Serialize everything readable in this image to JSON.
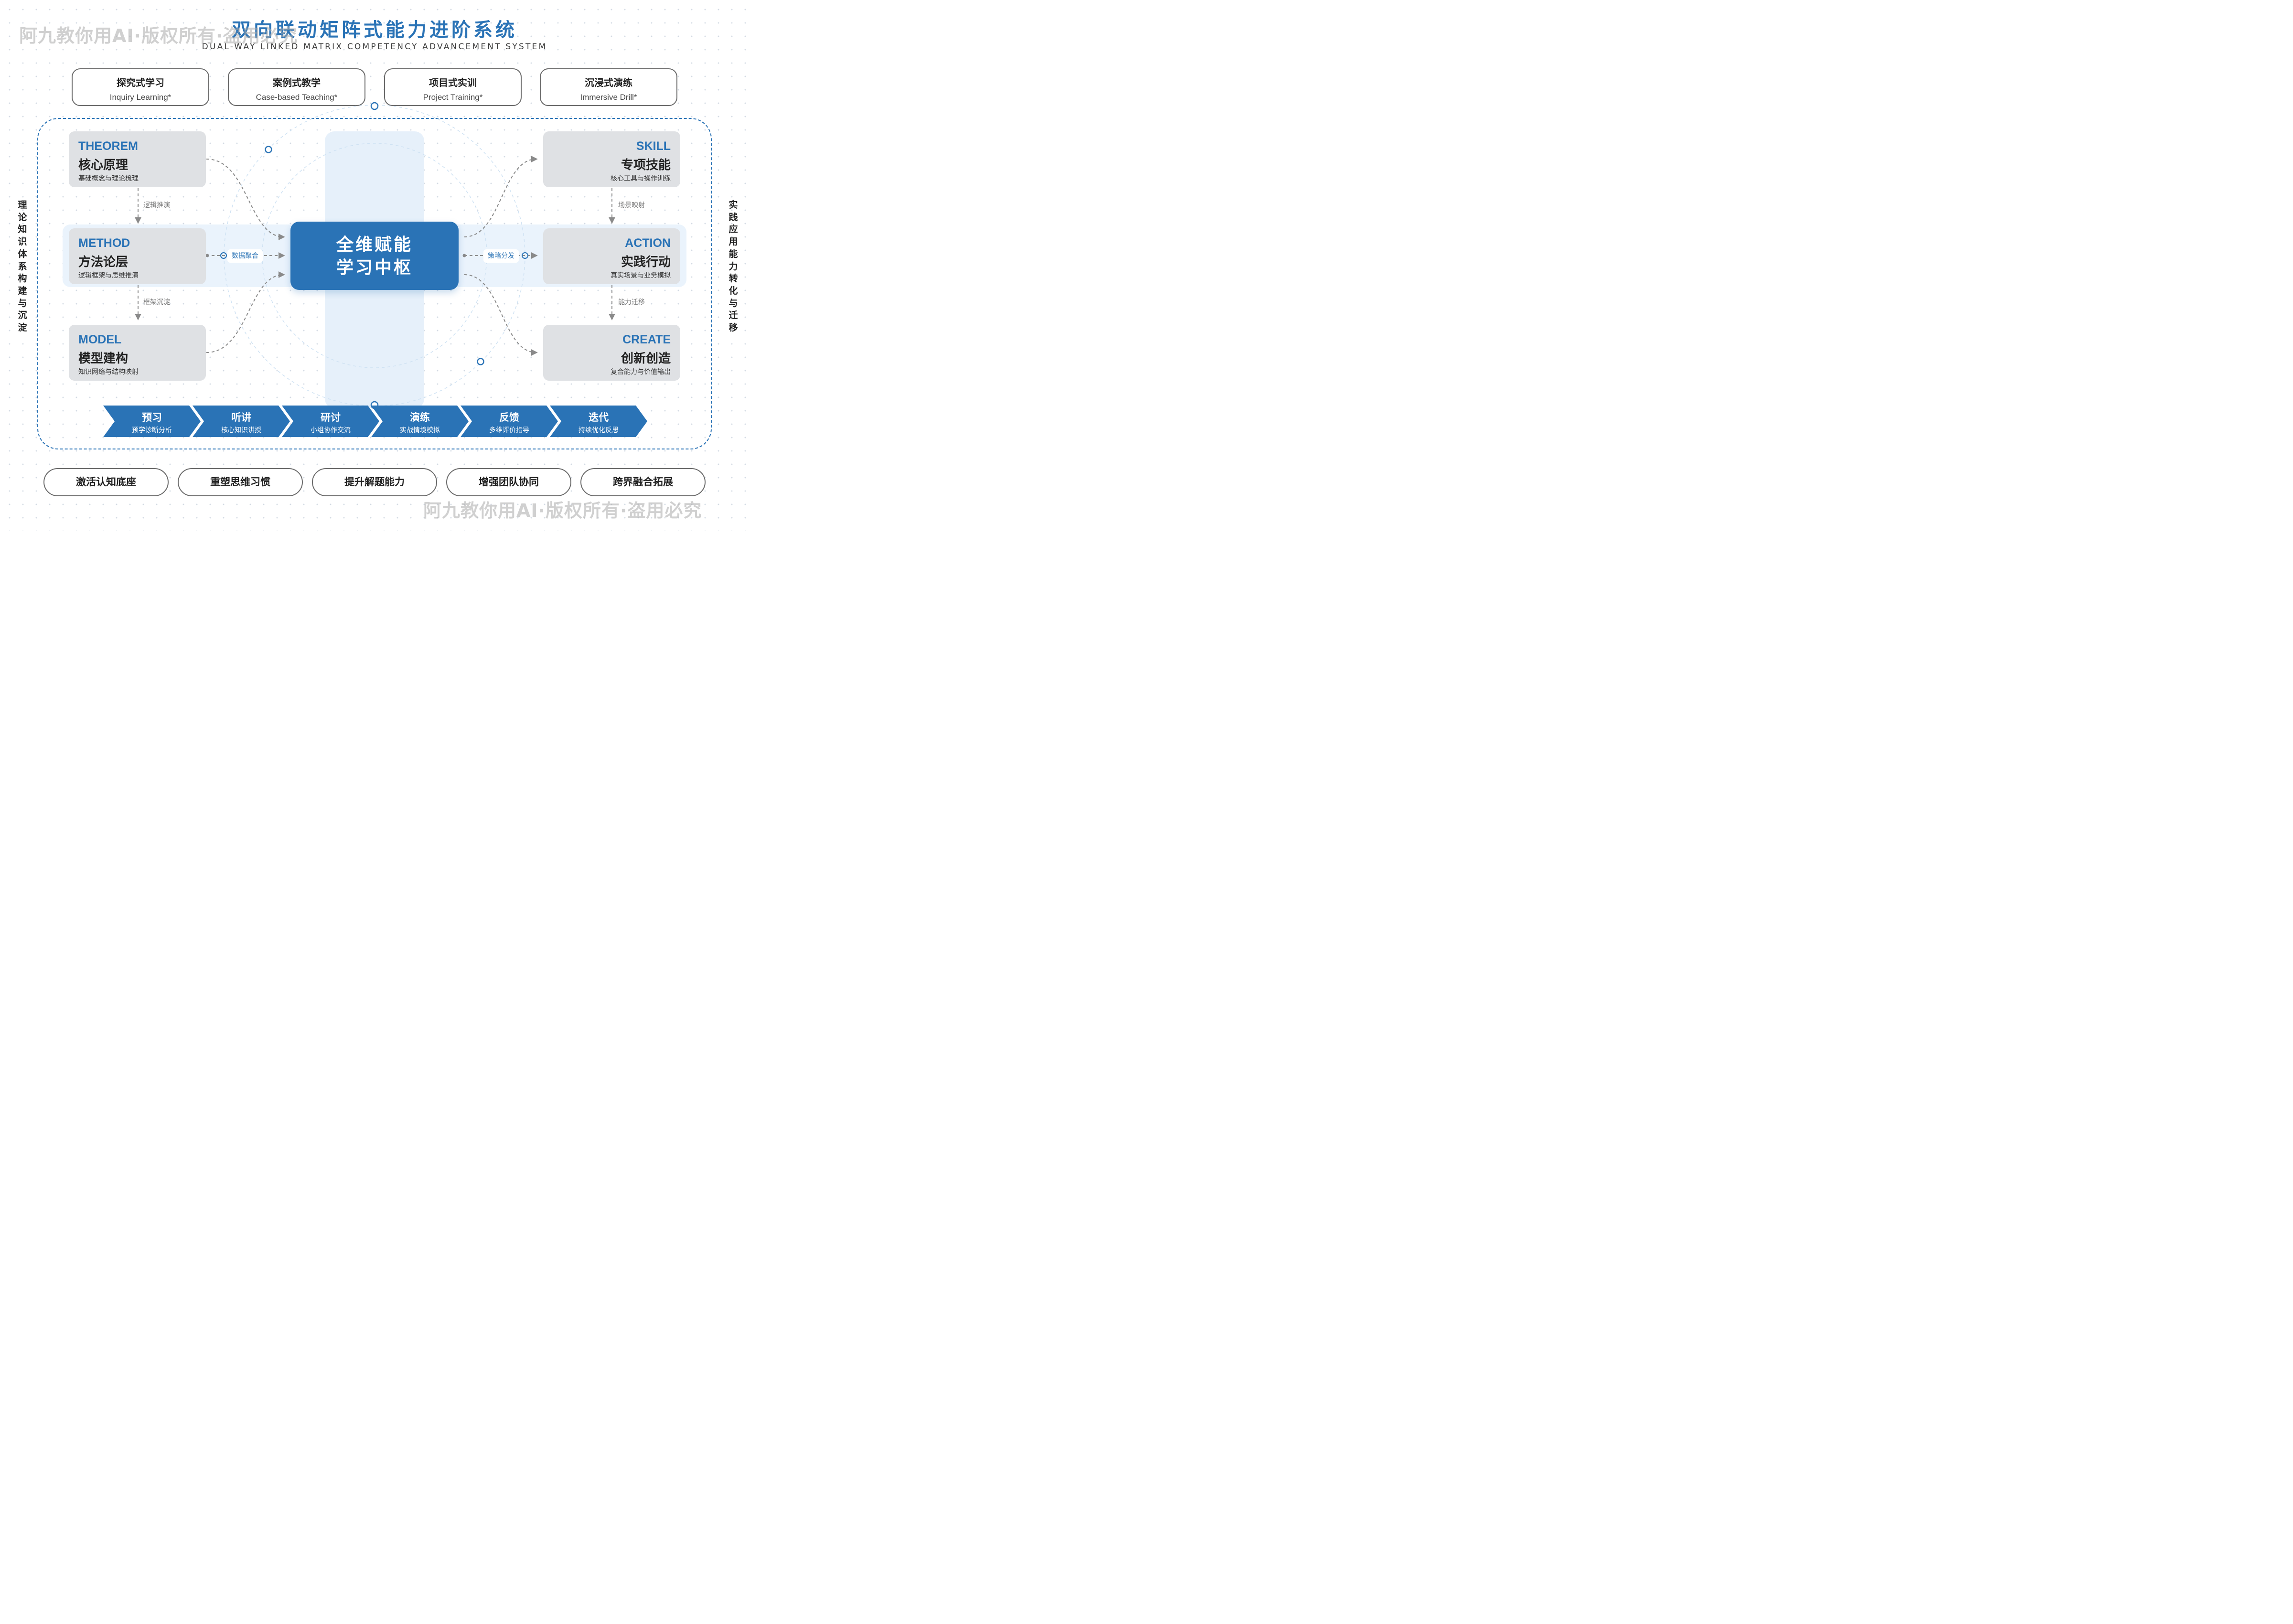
{
  "header": {
    "title": "双向联动矩阵式能力进阶系统",
    "subtitle": "DUAL-WAY LINKED MATRIX COMPETENCY ADVANCEMENT SYSTEM"
  },
  "watermark": "阿九教你用AI·版权所有·盗用必究",
  "methods": [
    {
      "cn": "探究式学习",
      "en": "Inquiry Learning*"
    },
    {
      "cn": "案例式教学",
      "en": "Case-based Teaching*"
    },
    {
      "cn": "项目式实训",
      "en": "Project Training*"
    },
    {
      "cn": "沉浸式演练",
      "en": "Immersive Drill*"
    }
  ],
  "left_levels": [
    {
      "en": "THEOREM",
      "cn": "核心原理",
      "desc": "基础概念与理论梳理"
    },
    {
      "en": "METHOD",
      "cn": "方法论层",
      "desc": "逻辑框架与思维推演"
    },
    {
      "en": "MODEL",
      "cn": "模型建构",
      "desc": "知识网络与结构映射"
    }
  ],
  "right_levels": [
    {
      "en": "SKILL",
      "cn": "专项技能",
      "desc": "核心工具与操作训练"
    },
    {
      "en": "ACTION",
      "cn": "实践行动",
      "desc": "真实场景与业务模拟"
    },
    {
      "en": "CREATE",
      "cn": "创新创造",
      "desc": "复合能力与价值输出"
    }
  ],
  "left_connectors": [
    "逻辑推演",
    "框架沉淀"
  ],
  "right_connectors": [
    "场景映射",
    "能力迁移"
  ],
  "hub": {
    "line1": "全维赋能",
    "line2": "学习中枢"
  },
  "flow_labels": {
    "left": "数据聚合",
    "right": "策略分发"
  },
  "side_labels": {
    "left": "理论知识体系构建与沉淀",
    "right": "实践应用能力转化与迁移"
  },
  "process": [
    {
      "title": "预习",
      "desc": "预学诊断分析"
    },
    {
      "title": "听讲",
      "desc": "核心知识讲授"
    },
    {
      "title": "研讨",
      "desc": "小组协作交流"
    },
    {
      "title": "演练",
      "desc": "实战情境模拟"
    },
    {
      "title": "反馈",
      "desc": "多维评价指导"
    },
    {
      "title": "迭代",
      "desc": "持续优化反思"
    }
  ],
  "outcomes": [
    "激活认知底座",
    "重塑思维习惯",
    "提升解题能力",
    "增强团队协同",
    "跨界融合拓展"
  ],
  "colors": {
    "accent": "#2a73b6",
    "panel": "#dfe1e4",
    "band": "#eaf3fc"
  }
}
